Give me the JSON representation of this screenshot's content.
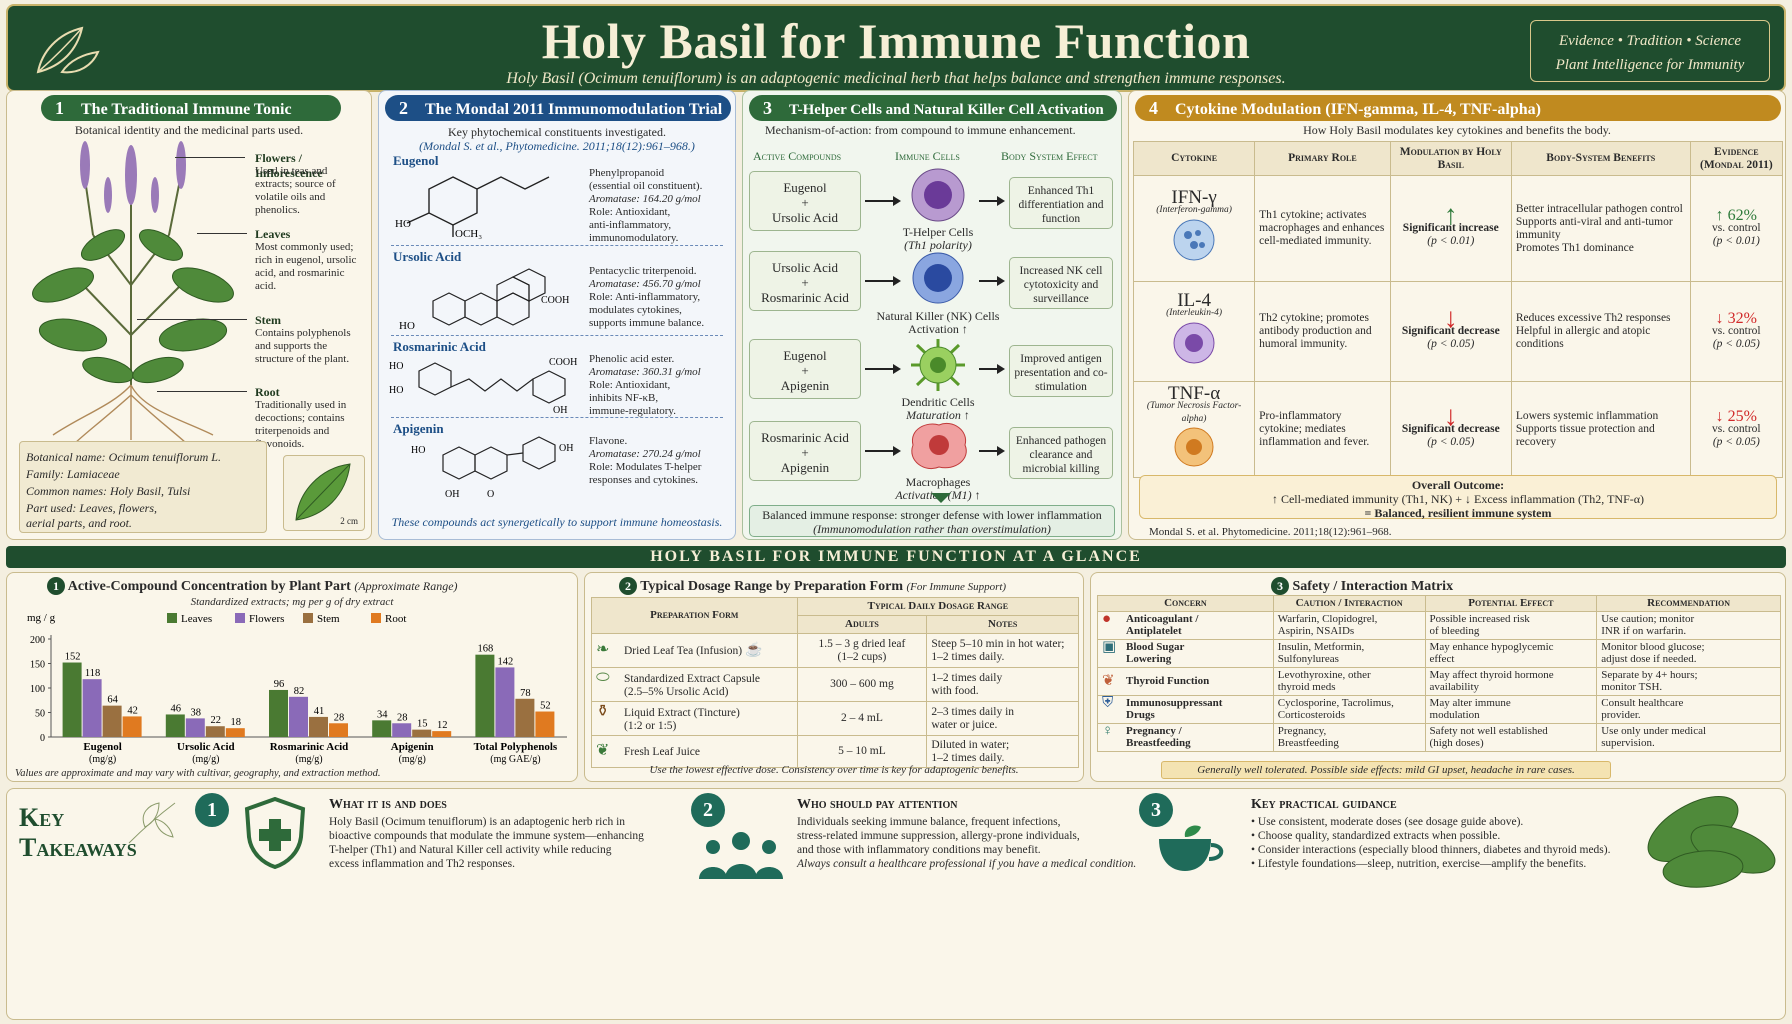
{
  "header": {
    "title": "Holy Basil for Immune Function",
    "subtitle": "Holy Basil (Ocimum tenuiflorum) is an adaptogenic medicinal herb that helps balance and strengthen immune responses.",
    "badge_line1": "Evidence • Tradition • Science",
    "badge_line2": "Plant Intelligence for Immunity"
  },
  "s1": {
    "num": "1",
    "title": "The Traditional Immune Tonic",
    "intro": "Botanical identity and the medicinal parts used.",
    "parts": [
      {
        "name": "Flowers / Inflorescence",
        "desc": "Used in teas and extracts; source of volatile oils and phenolics."
      },
      {
        "name": "Leaves",
        "desc": "Most commonly used; rich in eugenol, ursolic acid, and rosmarinic acid."
      },
      {
        "name": "Stem",
        "desc": "Contains polyphenols and supports the structure of the plant."
      },
      {
        "name": "Root",
        "desc": "Traditionally used in decoctions; contains triterpenoids and flavonoids."
      }
    ],
    "botanical": "Botanical name: Ocimum tenuiflorum L.",
    "family": "Family: Lamiaceae",
    "common": "Common names: Holy Basil, Tulsi",
    "part_used1": "Part used: Leaves, flowers,",
    "part_used2": "aerial parts, and root.",
    "scale": "2 cm"
  },
  "s2": {
    "num": "2",
    "title": "The Mondal 2011 Immunomodulation Trial",
    "intro": "Key phytochemical constituents investigated.",
    "cite": "(Mondal S. et al., Phytomedicine. 2011;18(12):961–968.)",
    "compounds": [
      {
        "name": "Eugenol",
        "l1": "Phenylpropanoid",
        "l2": "(essential oil constituent).",
        "l3": "Aromatase: 164.20 g/mol",
        "l4": "Role: Antioxidant,",
        "l5": "anti-inflammatory,",
        "l6": "immunomodulatory."
      },
      {
        "name": "Ursolic Acid",
        "l1": "Pentacyclic triterpenoid.",
        "l2": "Aromatase: 456.70 g/mol",
        "l3": "Role: Anti-inflammatory,",
        "l4": "modulates cytokines,",
        "l5": "supports immune balance.",
        "l6": ""
      },
      {
        "name": "Rosmarinic Acid",
        "l1": "Phenolic acid ester.",
        "l2": "Aromatase: 360.31 g/mol",
        "l3": "Role: Antioxidant,",
        "l4": "inhibits NF-κB,",
        "l5": "immune-regulatory.",
        "l6": ""
      },
      {
        "name": "Apigenin",
        "l1": "Flavone.",
        "l2": "Aromatase: 270.24 g/mol",
        "l3": "Role: Modulates T-helper",
        "l4": "responses and cytokines.",
        "l5": "",
        "l6": ""
      }
    ],
    "footer": "These compounds act synergetically to support immune homeostasis."
  },
  "s3": {
    "num": "3",
    "title": "T-Helper Cells and Natural Killer Cell Activation",
    "intro": "Mechanism-of-action: from compound to immune enhancement.",
    "col1": "Active Compounds",
    "col2": "Immune Cells",
    "col3": "Body System Effect",
    "rows": [
      {
        "c1": "Eugenol",
        "c2": "Ursolic Acid",
        "cell": "T-Helper Cells",
        "cell2": "(Th1 polarity)",
        "effect": "Enhanced Th1 differentiation and function",
        "color": "#8a5aa8"
      },
      {
        "c1": "Ursolic Acid",
        "c2": "Rosmarinic Acid",
        "cell": "Natural Killer (NK) Cells",
        "cell2": "Activation ↑",
        "effect": "Increased NK cell cytotoxicity and surveillance",
        "color": "#3a63b8"
      },
      {
        "c1": "Eugenol",
        "c2": "Apigenin",
        "cell": "Dendritic Cells",
        "cell2": "Maturation ↑",
        "effect": "Improved antigen presentation and co-stimulation",
        "color": "#6aa83a"
      },
      {
        "c1": "Rosmarinic Acid",
        "c2": "Apigenin",
        "cell": "Macrophages",
        "cell2": "Activation (M1) ↑",
        "effect": "Enhanced pathogen clearance and microbial killing",
        "color": "#d8504a"
      }
    ],
    "plus": "+",
    "summary1": "Balanced immune response: stronger defense with lower inflammation",
    "summary2": "(Immunomodulation rather than overstimulation)"
  },
  "s4": {
    "num": "4",
    "title": "Cytokine Modulation (IFN-gamma, IL-4, TNF-alpha)",
    "intro": "How Holy Basil modulates key cytokines and benefits the body.",
    "headers": [
      "Cytokine",
      "Primary Role",
      "Modulation by Holy Basil",
      "Body-System Benefits",
      "Evidence (Mondal 2011)"
    ],
    "rows": [
      {
        "name": "IFN-γ",
        "full": "(Interferon-gamma)",
        "role": "Th1 cytokine; activates macrophages and enhances cell-mediated immunity.",
        "arrow": "↑",
        "mod": "Significant increase",
        "p": "(p < 0.01)",
        "b1": "Better intracellular pathogen control",
        "b2": "Supports anti-viral and anti-tumor immunity",
        "b3": "Promotes Th1 dominance",
        "ev": "↑ 62%",
        "ev2": "vs. control",
        "ev3": "(p < 0.01)",
        "color": "#2e7a3a"
      },
      {
        "name": "IL-4",
        "full": "(Interleukin-4)",
        "role": "Th2 cytokine; promotes antibody production and humoral immunity.",
        "arrow": "↓",
        "mod": "Significant decrease",
        "p": "(p < 0.05)",
        "b1": "Reduces excessive Th2 responses",
        "b2": "Helpful in allergic and atopic conditions",
        "b3": "",
        "ev": "↓ 32%",
        "ev2": "vs. control",
        "ev3": "(p < 0.05)",
        "color": "#d12a2a"
      },
      {
        "name": "TNF-α",
        "full": "(Tumor Necrosis Factor-alpha)",
        "role": "Pro-inflammatory cytokine; mediates inflammation and fever.",
        "arrow": "↓",
        "mod": "Significant decrease",
        "p": "(p < 0.05)",
        "b1": "Lowers systemic inflammation",
        "b2": "Supports tissue protection and recovery",
        "b3": "",
        "ev": "↓ 25%",
        "ev2": "vs. control",
        "ev3": "(p < 0.05)",
        "color": "#d12a2a"
      }
    ],
    "outcome_title": "Overall Outcome:",
    "outcome_line": "↑ Cell-mediated immunity (Th1, NK)  +  ↓ Excess inflammation (Th2, TNF-α)",
    "outcome_result": "= Balanced, resilient immune system",
    "cite": "Mondal S. et al. Phytomedicine. 2011;18(12):961–968."
  },
  "band": "HOLY BASIL FOR IMMUNE FUNCTION AT A GLANCE",
  "chart": {
    "num": "1",
    "title": "Active-Compound Concentration by Plant Part",
    "title_note": "(Approximate Range)",
    "subtitle": "Standardized extracts; mg per g of dry extract",
    "footnote": "Values are approximate and may vary with cultivar, geography, and extraction method."
  },
  "chart_data": {
    "type": "bar",
    "title": "Active-Compound Concentration by Plant Part",
    "ylabel": "mg / g",
    "ylim": [
      0,
      200
    ],
    "yticks": [
      "0",
      "50",
      "100",
      "150",
      "200"
    ],
    "categories": [
      "Eugenol (mg/g)",
      "Ursolic Acid (mg/g)",
      "Rosmarinic Acid (mg/g)",
      "Apigenin (mg/g)",
      "Total Polyphenols (mg GAE/g)"
    ],
    "cat_line1": [
      "Eugenol",
      "Ursolic Acid",
      "Rosmarinic Acid",
      "Apigenin",
      "Total Polyphenols"
    ],
    "cat_line2": [
      "(mg/g)",
      "(mg/g)",
      "(mg/g)",
      "(mg/g)",
      "(mg GAE/g)"
    ],
    "legend": "top",
    "series": [
      {
        "name": "Leaves",
        "color": "#4a7a32",
        "values": [
          152,
          46,
          96,
          34,
          168
        ]
      },
      {
        "name": "Flowers",
        "color": "#8a6ab8",
        "values": [
          118,
          38,
          82,
          28,
          142
        ]
      },
      {
        "name": "Stem",
        "color": "#9a7040",
        "values": [
          64,
          22,
          41,
          15,
          78
        ]
      },
      {
        "name": "Root",
        "color": "#e07a20",
        "values": [
          42,
          18,
          28,
          12,
          52
        ]
      }
    ]
  },
  "dosage": {
    "num": "2",
    "title": "Typical Dosage Range by Preparation Form",
    "title_note": "(For Immune Support)",
    "h_form": "Preparation Form",
    "h_range": "Typical Daily Dosage Range",
    "h_adults": "Adults",
    "h_notes": "Notes",
    "rows": [
      {
        "form": "Dried Leaf Tea (Infusion)",
        "form2": "",
        "adults": "1.5 – 3 g dried leaf",
        "adults2": "(1–2 cups)",
        "n1": "Steep 5–10 min in hot water;",
        "n2": "1–2 times daily."
      },
      {
        "form": "Standardized Extract Capsule",
        "form2": "(2.5–5% Ursolic Acid)",
        "adults": "300 – 600 mg",
        "adults2": "",
        "n1": "1–2 times daily",
        "n2": "with food."
      },
      {
        "form": "Liquid Extract (Tincture)",
        "form2": "(1:2 or 1:5)",
        "adults": "2 – 4 mL",
        "adults2": "",
        "n1": "2–3 times daily in",
        "n2": "water or juice."
      },
      {
        "form": "Fresh Leaf Juice",
        "form2": "",
        "adults": "5 – 10 mL",
        "adults2": "",
        "n1": "Diluted in water;",
        "n2": "1–2 times daily."
      }
    ],
    "footer": "Use the lowest effective dose. Consistency over time is key for adaptogenic benefits."
  },
  "safety": {
    "num": "3",
    "title": "Safety / Interaction Matrix",
    "headers": [
      "Concern",
      "Caution / Interaction",
      "Potential Effect",
      "Recommendation"
    ],
    "rows": [
      {
        "c1": "Anticoagulant /",
        "c2": "Antiplatelet",
        "i1": "Warfarin, Clopidogrel,",
        "i2": "Aspirin, NSAIDs",
        "e1": "Possible increased risk",
        "e2": "of bleeding",
        "r1": "Use caution; monitor",
        "r2": "INR if on warfarin.",
        "icon": "#c0342a"
      },
      {
        "c1": "Blood Sugar",
        "c2": "Lowering",
        "i1": "Insulin, Metformin,",
        "i2": "Sulfonylureas",
        "e1": "May enhance hypoglycemic",
        "e2": "effect",
        "r1": "Monitor blood glucose;",
        "r2": "adjust dose if needed.",
        "icon": "#2f6f7a"
      },
      {
        "c1": "Thyroid Function",
        "c2": "",
        "i1": "Levothyroxine, other",
        "i2": "thyroid meds",
        "e1": "May affect thyroid hormone",
        "e2": "availability",
        "r1": "Separate by  4+ hours;",
        "r2": "monitor TSH.",
        "icon": "#c0603a"
      },
      {
        "c1": "Immunosuppressant",
        "c2": "Drugs",
        "i1": "Cyclosporine, Tacrolimus,",
        "i2": "Corticosteroids",
        "e1": "May alter immune",
        "e2": "modulation",
        "r1": "Consult healthcare",
        "r2": "provider.",
        "icon": "#2f5f9a"
      },
      {
        "c1": "Pregnancy /",
        "c2": "Breastfeeding",
        "i1": "Pregnancy,",
        "i2": "Breastfeeding",
        "e1": "Safety not well established",
        "e2": "(high doses)",
        "r1": "Use only under medical",
        "r2": "supervision.",
        "icon": "#2f7a6a"
      }
    ],
    "note": "Generally well tolerated. Possible side effects: mild GI upset, headache in rare cases."
  },
  "takeaways": {
    "label1": "Key",
    "label2": "Takeaways",
    "items": [
      {
        "num": "1",
        "title": "What it is and does",
        "l1": "Holy Basil (Ocimum tenuiflorum) is an adaptogenic herb rich in",
        "l2": "bioactive compounds that modulate the immune system—enhancing",
        "l3": "T-helper (Th1) and Natural Killer cell activity while reducing",
        "l4": "excess inflammation and Th2 responses.",
        "l5": ""
      },
      {
        "num": "2",
        "title": "Who should pay attention",
        "l1": "Individuals seeking immune balance, frequent infections,",
        "l2": "stress-related immune suppression, allergy-prone individuals,",
        "l3": "and those with inflammatory conditions may benefit.",
        "l4": "",
        "l5": "Always consult a healthcare professional if you have a medical condition."
      },
      {
        "num": "3",
        "title": "Key practical guidance",
        "l1": "• Use consistent, moderate doses (see dosage guide above).",
        "l2": "• Choose quality, standardized extracts when possible.",
        "l3": "• Consider interactions (especially blood thinners, diabetes and thyroid meds).",
        "l4": "• Lifestyle foundations—sleep, nutrition, exercise—amplify the benefits.",
        "l5": ""
      }
    ]
  }
}
